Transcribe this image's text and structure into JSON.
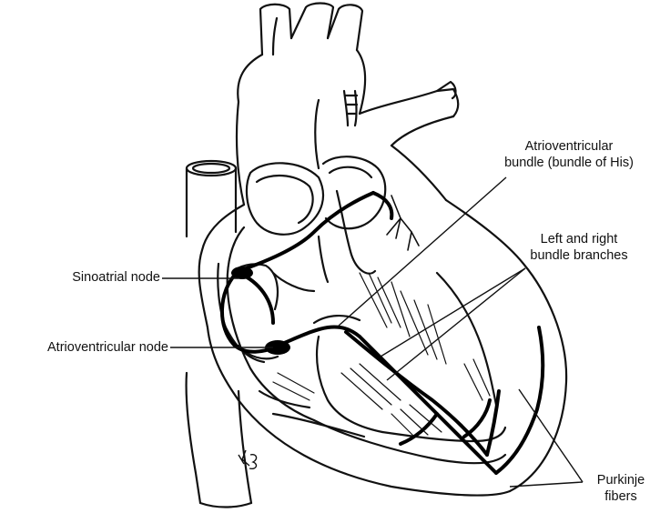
{
  "labels": {
    "sinoatrial_node": "Sinoatrial node",
    "atrioventricular_node": "Atrioventricular node",
    "av_bundle_line1": "Atrioventricular",
    "av_bundle_line2": "bundle (bundle of His)",
    "bundle_branches_line1": "Left and right",
    "bundle_branches_line2": "bundle branches",
    "purkinje_line1": "Purkinje",
    "purkinje_line2": "fibers"
  },
  "colors": {
    "ink": "#111111",
    "background": "#ffffff",
    "conduction": "#000000"
  }
}
